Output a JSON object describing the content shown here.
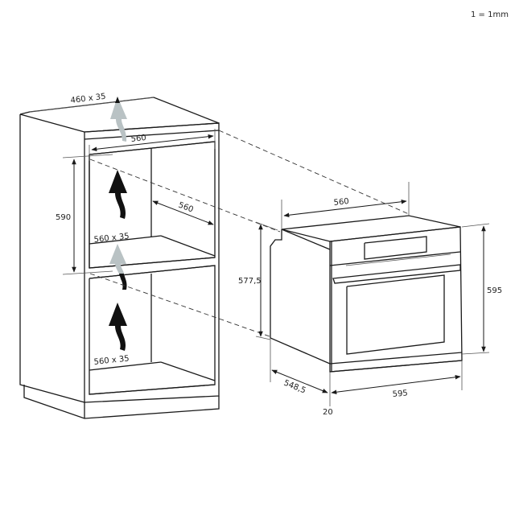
{
  "scale_note": "1 = 1mm",
  "cabinet": {
    "top_vent_label": "460 x 35",
    "inner_width_label": "560",
    "niche_height_label": "590",
    "niche_depth_label": "560",
    "middle_vent_label": "560 x 35",
    "bottom_vent_label": "560 x 35"
  },
  "oven": {
    "top_width_label": "560",
    "body_height_label": "577,5",
    "front_height_label": "595",
    "depth_label": "548,5",
    "front_width_label": "595",
    "front_panel_thickness_label": "20"
  },
  "colors": {
    "line": "#1a1a1a",
    "airflow_light": "#b9c2c4",
    "airflow_dark": "#111111",
    "background": "#ffffff"
  },
  "icons": {
    "airflow_arrow": "curved-up-arrow"
  }
}
